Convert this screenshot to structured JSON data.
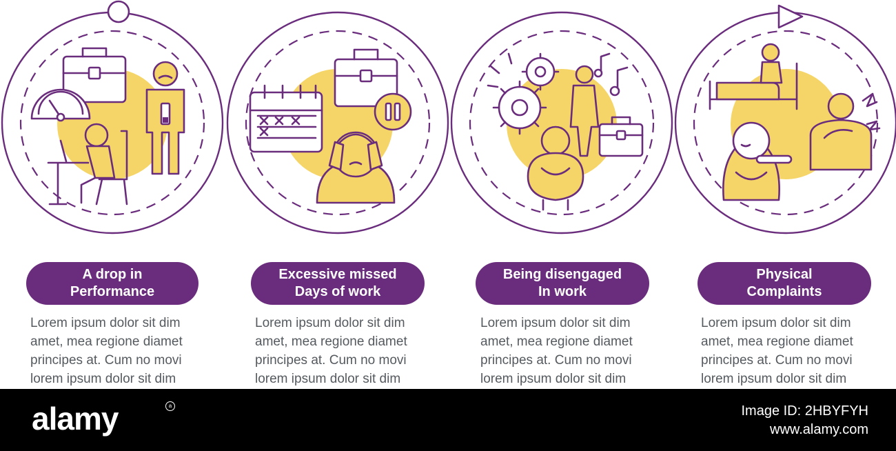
{
  "colors": {
    "purple": "#6a2c7c",
    "yellow": "#f5d567",
    "body_text": "#555a5f",
    "watermark_bar": "#000000"
  },
  "steps": [
    {
      "title": [
        "A drop in",
        "Performance"
      ],
      "text": [
        "Lorem ipsum dolor sit dim",
        "amet, mea regione diamet",
        "principes at. Cum no movi",
        "lorem ipsum dolor sit dim"
      ],
      "icons": [
        "briefcase-icon",
        "speedometer-icon",
        "tired-worker-at-desk-icon",
        "low-battery-person-icon"
      ]
    },
    {
      "title": [
        "Excessive missed",
        "Days of work"
      ],
      "text": [
        "Lorem ipsum dolor sit dim",
        "amet, mea regione diamet",
        "principes at. Cum no movi",
        "lorem ipsum dolor sit dim"
      ],
      "icons": [
        "calendar-crossed-days-icon",
        "briefcase-icon",
        "pause-icon",
        "stressed-person-icon"
      ]
    },
    {
      "title": [
        "Being disengaged",
        "In work"
      ],
      "text": [
        "Lorem ipsum dolor sit dim",
        "amet, mea regione diamet",
        "principes at. Cum no movi",
        "lorem ipsum dolor sit dim"
      ],
      "icons": [
        "gears-icon",
        "music-notes-icon",
        "relaxed-person-icon",
        "briefcase-icon",
        "hugging-knees-person-icon"
      ]
    },
    {
      "title": [
        "Physical",
        "Complaints"
      ],
      "text": [
        "Lorem ipsum dolor sit dim",
        "amet, mea regione diamet",
        "principes at. Cum no movi",
        "lorem ipsum dolor sit dim"
      ],
      "icons": [
        "person-in-bed-icon",
        "sick-person-thermometer-icon",
        "shoulder-pain-person-icon",
        "lightning-pain-icon"
      ]
    }
  ],
  "decorations": {
    "start_marker": "circle-marker-icon",
    "end_marker": "arrow-play-icon"
  },
  "watermark": {
    "logo": "alamy",
    "image_id": "Image ID: 2HBYFYH",
    "url": "www.alamy.com"
  }
}
